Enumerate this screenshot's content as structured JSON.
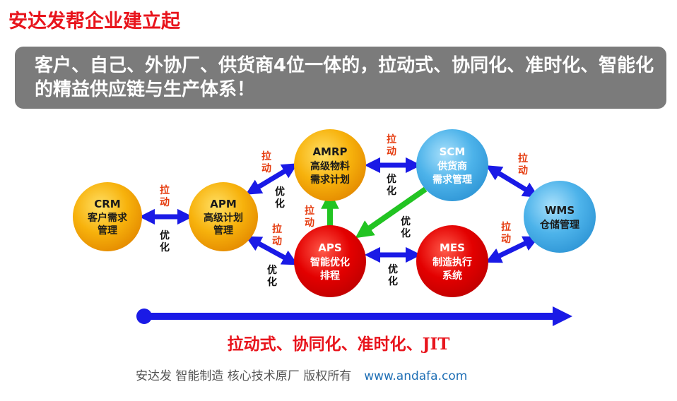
{
  "title": "安达发帮企业建立起",
  "banner": {
    "text": "客户、自己、外协厂、供货商4位一体的，拉动式、协同化、准时化、智能化的精益供应链与生产体系！"
  },
  "nodes": {
    "crm": {
      "name": "CRM",
      "line1": "客户需求",
      "line2": "管理"
    },
    "apm": {
      "name": "APM",
      "line1": "高级计划",
      "line2": "管理"
    },
    "amrp": {
      "name": "AMRP",
      "line1": "高级物料",
      "line2": "需求计划"
    },
    "scm": {
      "name": "SCM",
      "line1": "供货商",
      "line2": "需求管理"
    },
    "wms": {
      "name": "WMS",
      "line1": "仓储管理"
    },
    "aps": {
      "name": "APS",
      "line1": "智能优化",
      "line2": "排程"
    },
    "mes": {
      "name": "MES",
      "line1": "制造执行",
      "line2": "系统"
    }
  },
  "labels": {
    "pull": "拉动",
    "optimize": "优化"
  },
  "colors": {
    "title": "#e8141c",
    "banner_bg": "#7b7b7b",
    "orange_node": "#f5a400",
    "blue_node": "#4db3ea",
    "red_node": "#e00000",
    "arrow_blue": "#1a1ae6",
    "arrow_green": "#22c422",
    "label_red": "#e53b0e"
  },
  "bottom": "拉动式、协同化、准时化、JIT",
  "footer": {
    "text": "安达发   智能制造 核心技术原厂   版权所有",
    "url": "www.andafa.com"
  }
}
